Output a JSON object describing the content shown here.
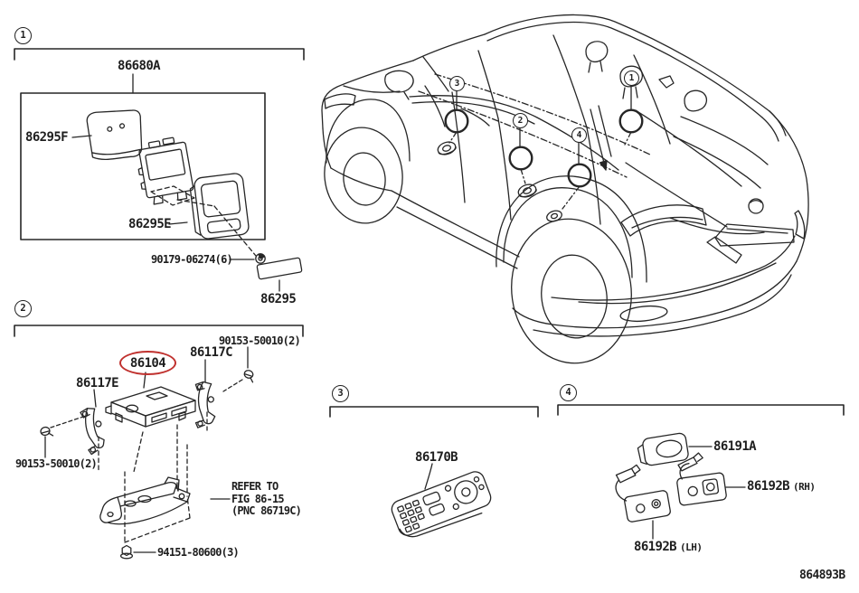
{
  "page": {
    "footer_code": "864893B"
  },
  "colors": {
    "line": "#262626",
    "highlight": "#c0312e"
  },
  "car": {
    "callouts": [
      {
        "n": "1"
      },
      {
        "n": "2"
      },
      {
        "n": "3"
      },
      {
        "n": "4"
      }
    ]
  },
  "section1": {
    "number": "1",
    "assembly_label": "86680A",
    "cover_label": "86295F",
    "bezel_label": "86295E",
    "screw_label": "90179-06274(6)",
    "garnish_label": "86295"
  },
  "section2": {
    "number": "2",
    "receiver_label": "86104",
    "bracket_right_label": "86117C",
    "bracket_left_label": "86117E",
    "screw_top_label": "90153-50010(2)",
    "screw_left_label": "90153-50010(2)",
    "bolt_label": "94151-80600(3)",
    "note_line1": "REFER TO",
    "note_line2": "FIG 86-15",
    "note_line3": "(PNC 86719C)"
  },
  "section3": {
    "number": "3",
    "remote_label": "86170B"
  },
  "section4": {
    "number": "4",
    "cover_label": "86191A",
    "bracket_rh_label": "86192B",
    "bracket_rh_side": "(RH)",
    "bracket_lh_label": "86192B",
    "bracket_lh_side": "(LH)"
  }
}
